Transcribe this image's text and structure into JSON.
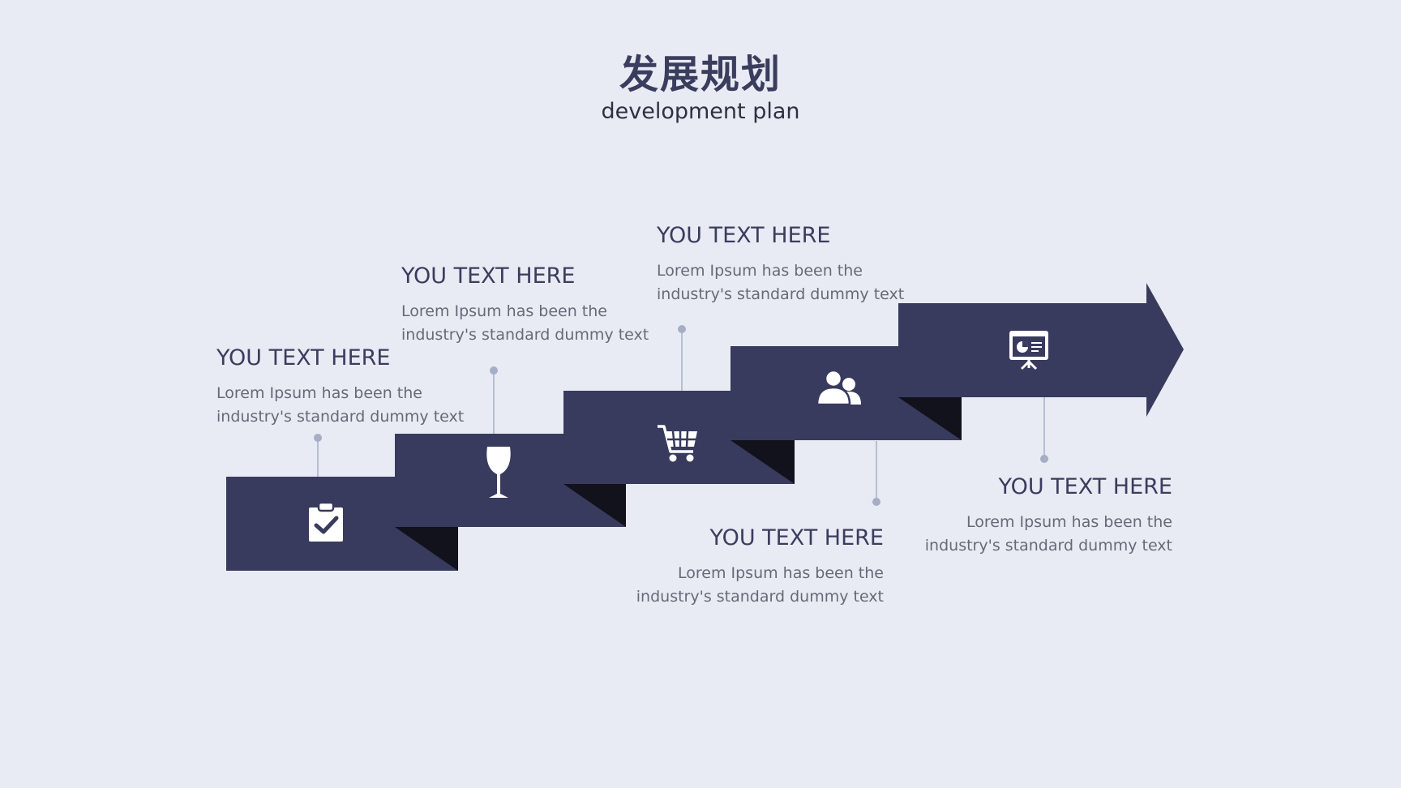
{
  "header": {
    "title": "发展规划",
    "subtitle": "development plan"
  },
  "colors": {
    "background": "#e8ebf3",
    "step": "#383a5e",
    "fold": "#11121b",
    "connector": "#a5aec6",
    "icon": "#ffffff"
  },
  "steps": [
    {
      "heading": "YOU TEXT HERE",
      "line1": "Lorem Ipsum has been the",
      "line2": "industry's standard dummy text",
      "icon": "clipboard-check-icon"
    },
    {
      "heading": "YOU TEXT HERE",
      "line1": "Lorem Ipsum has been the",
      "line2": "industry's standard dummy text",
      "icon": "wine-glass-icon"
    },
    {
      "heading": "YOU TEXT HERE",
      "line1": "Lorem Ipsum has been the",
      "line2": "industry's standard dummy text",
      "icon": "shopping-cart-icon"
    },
    {
      "heading": "YOU TEXT HERE",
      "line1": "Lorem Ipsum has been the",
      "line2": "industry's standard dummy text",
      "icon": "users-icon"
    },
    {
      "heading": "YOU TEXT HERE",
      "line1": "Lorem Ipsum has been the",
      "line2": "industry's standard dummy text",
      "icon": "presentation-board-icon"
    }
  ]
}
